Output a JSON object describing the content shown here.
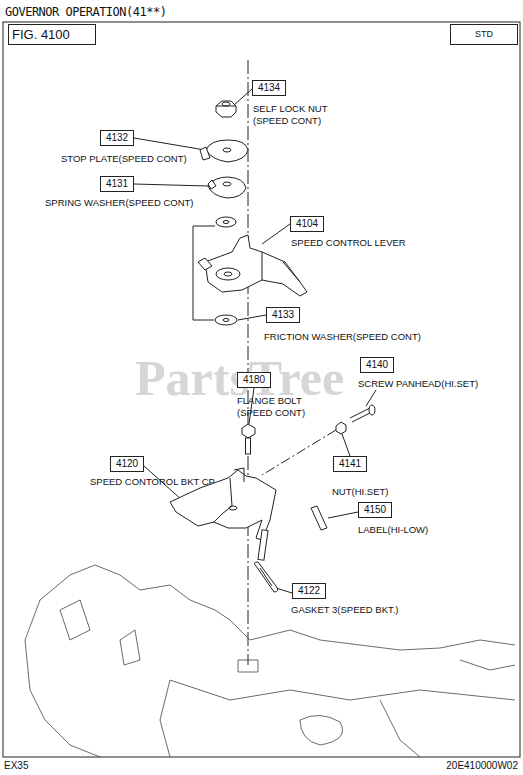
{
  "diagram": {
    "title": "GOVERNOR OPERATION(41**)",
    "nodes": [
      {
        "text": [
          "FIG. 4100"
        ]
      },
      {
        "text": [
          "STD"
        ]
      },
      {
        "text": [
          "4134",
          "SELF LOCK NUT (SPEED CONT)"
        ]
      },
      {
        "text": [
          "4132",
          "STOP PLATE(SPEED CONT)"
        ]
      },
      {
        "text": [
          "4131",
          "SPRING WASHER(SPEED CONT)"
        ]
      },
      {
        "text": [
          "4104",
          "SPEED CONTROL LEVER"
        ]
      },
      {
        "text": [
          "4133",
          "FRICTION WASHER(SPEED CONT)"
        ]
      },
      {
        "text": [
          "4140",
          "SCREW PANHEAD(HI.SET)"
        ]
      },
      {
        "text": [
          "4180",
          "FLANGE BOLT (SPEED CONT)"
        ]
      },
      {
        "text": [
          "4120",
          "SPEED CONTOROL BKT CP"
        ]
      },
      {
        "text": [
          "4141",
          "NUT(HI.SET)"
        ]
      },
      {
        "text": [
          "4150",
          "LABEL(HI-LOW)"
        ]
      },
      {
        "text": [
          "4122",
          "GASKET 3(SPEED BKT.)"
        ]
      }
    ],
    "labels": [
      "EX35",
      "20E410000W02",
      "PartsTree"
    ]
  }
}
